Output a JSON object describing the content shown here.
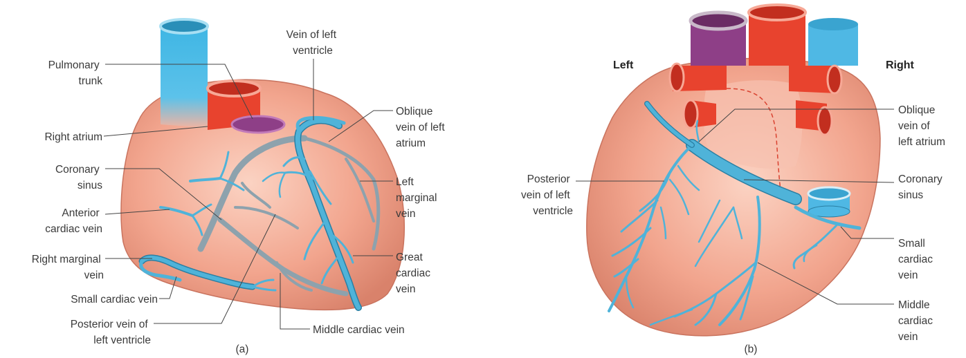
{
  "panel_a": {
    "caption": "(a)",
    "labels": {
      "pulmonary_trunk": [
        "Pulmonary",
        "trunk"
      ],
      "vein_of_left_ventricle": [
        "Vein of left",
        "ventricle"
      ],
      "oblique_vein": [
        "Oblique",
        "vein of left",
        "atrium"
      ],
      "right_atrium": [
        "Right atrium"
      ],
      "coronary_sinus": [
        "Coronary",
        "sinus"
      ],
      "left_marginal_vein": [
        "Left",
        "marginal",
        "vein"
      ],
      "anterior_cardiac_vein": [
        "Anterior",
        "cardiac vein"
      ],
      "right_marginal_vein": [
        "Right marginal",
        "vein"
      ],
      "great_cardiac_vein": [
        "Great",
        "cardiac",
        "vein"
      ],
      "small_cardiac_vein": [
        "Small cardiac vein"
      ],
      "posterior_vein": [
        "Posterior vein of",
        "left ventricle"
      ],
      "middle_cardiac_vein": [
        "Middle cardiac vein"
      ]
    }
  },
  "panel_b": {
    "caption": "(b)",
    "side_left": "Left",
    "side_right": "Right",
    "labels": {
      "oblique_vein": [
        "Oblique",
        "vein of",
        "left atrium"
      ],
      "posterior_vein": [
        "Posterior",
        "vein of left",
        "ventricle"
      ],
      "coronary_sinus": [
        "Coronary",
        "sinus"
      ],
      "small_cardiac_vein": [
        "Small",
        "cardiac",
        "vein"
      ],
      "middle_cardiac_vein": [
        "Middle",
        "cardiac",
        "vein"
      ]
    }
  },
  "colors": {
    "heart": "#f2a58e",
    "heart_edge": "#c9735e",
    "vein": "#4fb3d9",
    "artery": "#e8432e",
    "pulmonary": "#8e3f87",
    "gray_vessel": "#8da2ad"
  }
}
